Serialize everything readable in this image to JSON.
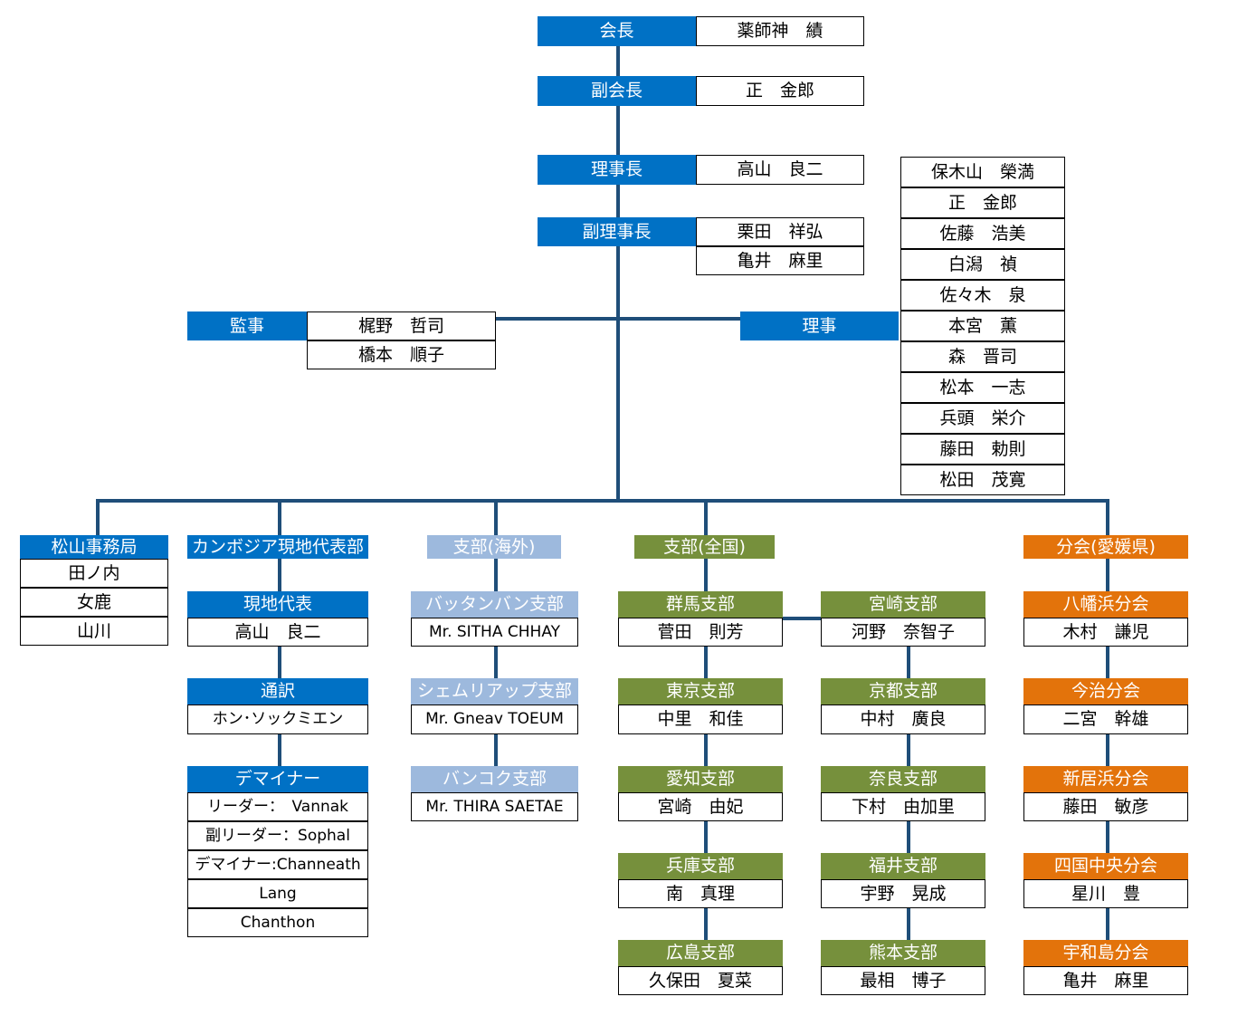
{
  "colors": {
    "blue": "#0071c5",
    "light_blue": "#9db9dd",
    "green": "#76903c",
    "orange": "#e3730b",
    "line": "#1f4e79",
    "cell_bg": "#ffffff",
    "cell_border": "#000000"
  },
  "executives": {
    "chairman": {
      "title": "会長",
      "name": "薬師神　績"
    },
    "vice_chairman": {
      "title": "副会長",
      "name": "正　金郎"
    },
    "president": {
      "title": "理事長",
      "name": "高山　良二"
    },
    "vice_president": {
      "title": "副理事長",
      "names": [
        "栗田　祥弘",
        "亀井　麻里"
      ]
    },
    "auditor": {
      "title": "監事",
      "names": [
        "梶野　哲司",
        "橋本　順子"
      ]
    },
    "directors": {
      "title": "理事",
      "names": [
        "保木山　榮満",
        "正　金郎",
        "佐藤　浩美",
        "白潟　禎",
        "佐々木　泉",
        "本宮　薫",
        "森　晋司",
        "松本　一志",
        "兵頭　栄介",
        "藤田　勅則",
        "松田　茂寛"
      ]
    }
  },
  "matsuyama_office": {
    "title": "松山事務局",
    "names": [
      "田ノ内",
      "女鹿",
      "山川"
    ]
  },
  "cambodia": {
    "title": "カンボジア現地代表部",
    "nodes": [
      {
        "title": "現地代表",
        "names": [
          "高山　良二"
        ]
      },
      {
        "title": "通訳",
        "names": [
          "ホン･ソックミエン"
        ]
      },
      {
        "title": "デマイナー",
        "names": [
          "リーダー：　Vannak",
          "副リーダー：Sophal",
          "デマイナー:Channeath",
          "Lang",
          "Chanthon"
        ]
      }
    ]
  },
  "overseas_branches": {
    "title": "支部(海外)",
    "nodes": [
      {
        "title": "バッタンバン支部",
        "names": [
          "Mr. SITHA CHHAY"
        ]
      },
      {
        "title": "シェムリアップ支部",
        "names": [
          "Mr. Gneav TOEUM"
        ]
      },
      {
        "title": "バンコク支部",
        "names": [
          "Mr. THIRA SAETAE"
        ]
      }
    ]
  },
  "domestic_branches": {
    "title": "支部(全国)",
    "column_left": [
      {
        "title": "群馬支部",
        "names": [
          "菅田　則芳"
        ]
      },
      {
        "title": "東京支部",
        "names": [
          "中里　和佳"
        ]
      },
      {
        "title": "愛知支部",
        "names": [
          "宮崎　由妃"
        ]
      },
      {
        "title": "兵庫支部",
        "names": [
          "南　真理"
        ]
      },
      {
        "title": "広島支部",
        "names": [
          "久保田　夏菜"
        ]
      }
    ],
    "column_right": [
      {
        "title": "宮崎支部",
        "names": [
          "河野　奈智子"
        ]
      },
      {
        "title": "京都支部",
        "names": [
          "中村　廣良"
        ]
      },
      {
        "title": "奈良支部",
        "names": [
          "下村　由加里"
        ]
      },
      {
        "title": "福井支部",
        "names": [
          "宇野　晃成"
        ]
      },
      {
        "title": "熊本支部",
        "names": [
          "最相　博子"
        ]
      }
    ]
  },
  "ehime_chapters": {
    "title": "分会(愛媛県)",
    "nodes": [
      {
        "title": "八幡浜分会",
        "names": [
          "木村　謙児"
        ]
      },
      {
        "title": "今治分会",
        "names": [
          "二宮　幹雄"
        ]
      },
      {
        "title": "新居浜分会",
        "names": [
          "藤田　敏彦"
        ]
      },
      {
        "title": "四国中央分会",
        "names": [
          "星川　豊"
        ]
      },
      {
        "title": "宇和島分会",
        "names": [
          "亀井　麻里"
        ]
      }
    ]
  }
}
